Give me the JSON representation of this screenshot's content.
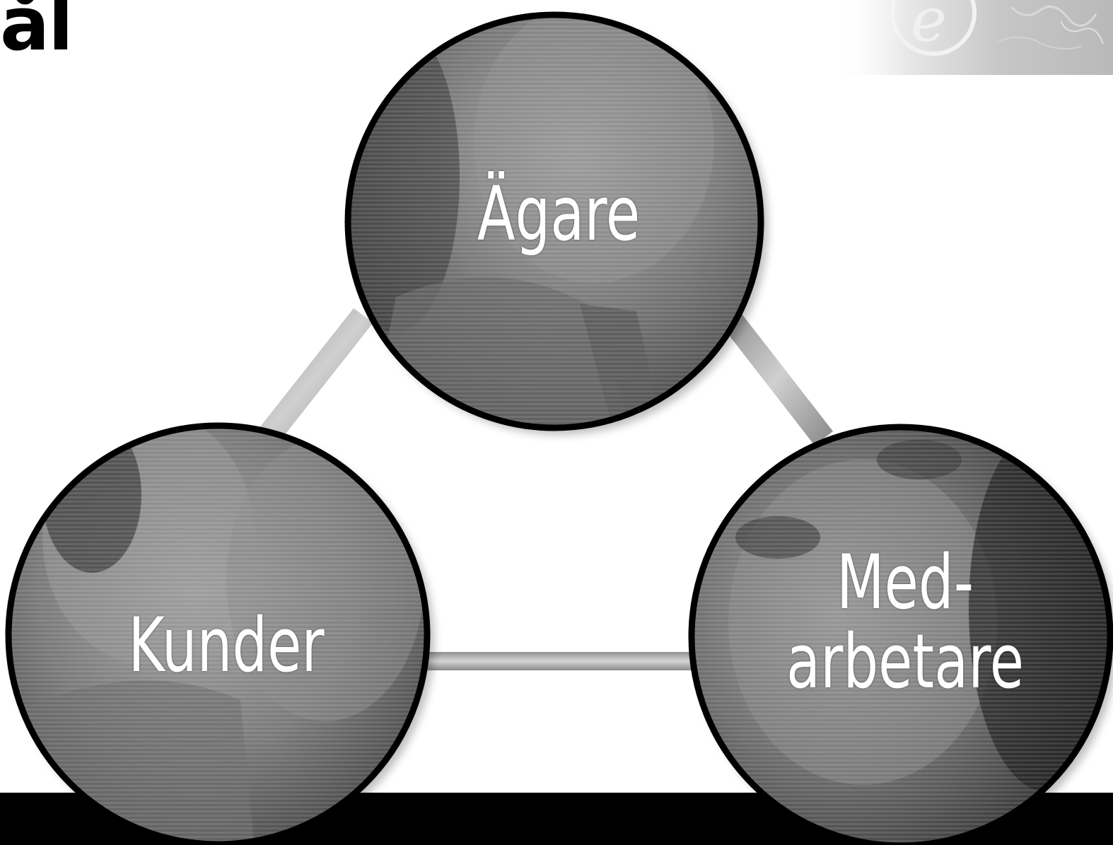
{
  "page": {
    "heading": "ål"
  },
  "diagram": {
    "nodes": {
      "owner": {
        "label": "Ägare"
      },
      "customers": {
        "label": "Kunder"
      },
      "employees": {
        "label": "Med-\narbetare"
      }
    }
  },
  "colors": {
    "background": "#ffffff",
    "circle_outline": "#000000",
    "connector": "#b0b0b0",
    "label_text": "#ffffff",
    "bottom_band": "#000000"
  },
  "icons": {
    "logo": "e-logo-icon"
  }
}
